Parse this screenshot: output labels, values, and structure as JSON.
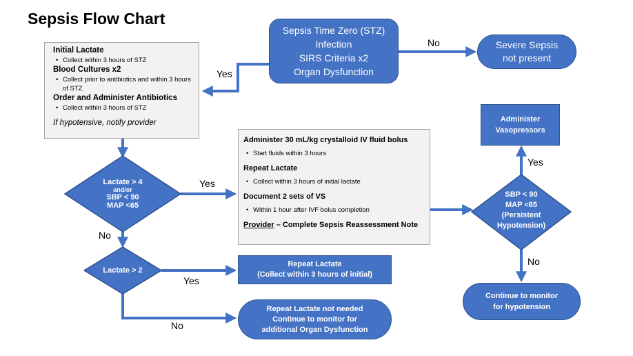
{
  "title": "Sepsis Flow Chart",
  "colors": {
    "node_fill": "#4472c4",
    "node_border": "#2f528f",
    "box_fill": "#f2f2f2",
    "text_light": "#ffffff"
  },
  "stz": [
    "Sepsis Time Zero (STZ)",
    "Infection",
    "SIRS Criteria x2",
    "Organ Dysfunction"
  ],
  "severe": [
    "Severe Sepsis",
    "not present"
  ],
  "initial_box": {
    "s1_head": "Initial Lactate",
    "s1_item": "Collect within 3 hours of STZ",
    "s2_head": "Blood Cultures x2",
    "s2_item": "Collect prior to antibiotics and within 3 hours of STZ",
    "s3_head": "Order and Administer Antibiotics",
    "s3_item": "Collect within 3 hours of STZ",
    "note": "If hypotensive, notify provider"
  },
  "d1": {
    "line1": "Lactate > 4",
    "line2": "and/or",
    "line3": "SBP < 90",
    "line4": "MAP <65"
  },
  "d2": {
    "line1": "Lactate > 2"
  },
  "d3": {
    "line1": "SBP < 90",
    "line2": "MAP <65",
    "line3": "(Persistent",
    "line4": "Hypotension)"
  },
  "fluid_box": {
    "h1": "Administer 30 mL/kg crystalloid IV fluid bolus",
    "i1": "Start fluids within 3 hours",
    "h2": "Repeat Lactate",
    "i2": "Collect within 3 hours of initial lactate",
    "h3": "Document 2 sets of VS",
    "i3": "Within 1 hour after IVF bolus completion",
    "provider": "Provider",
    "provider_rest": " – Complete Sepsis Reassessment Note"
  },
  "repeat_lactate": [
    "Repeat Lactate",
    "(Collect within 3 hours of initial)"
  ],
  "not_needed": [
    "Repeat Lactate not needed",
    "Continue to monitor for",
    "additional Organ Dysfunction"
  ],
  "vasopressors": [
    "Administer",
    "Vasopressors"
  ],
  "monitor": [
    "Continue to monitor",
    "for hypotension"
  ],
  "labels": {
    "no_stz": "No",
    "yes_stz": "Yes",
    "yes_d1": "Yes",
    "no_d1": "No",
    "yes_d2": "Yes",
    "no_d2": "No",
    "yes_d3": "Yes",
    "no_d3": "No"
  }
}
